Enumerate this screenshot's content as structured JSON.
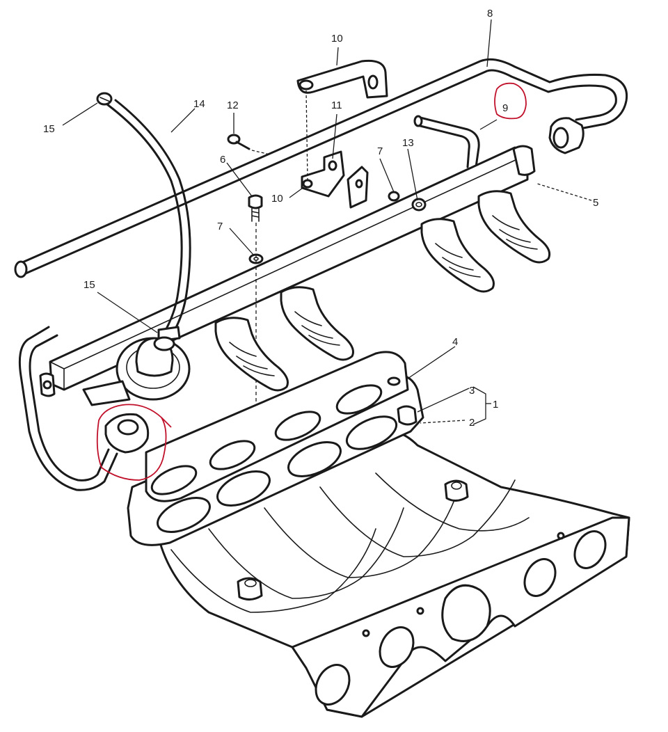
{
  "callouts": {
    "c1": "1",
    "c2": "2",
    "c3": "3",
    "c4": "4",
    "c5": "5",
    "c6": "6",
    "c7a": "7",
    "c7b": "7",
    "c8": "8",
    "c9": "9",
    "c10a": "10",
    "c10b": "10",
    "c11": "11",
    "c12": "12",
    "c13": "13",
    "c14": "14",
    "c15a": "15",
    "c15b": "15"
  },
  "annotation_color": "#c0102a",
  "line_color": "#1a1a1a"
}
